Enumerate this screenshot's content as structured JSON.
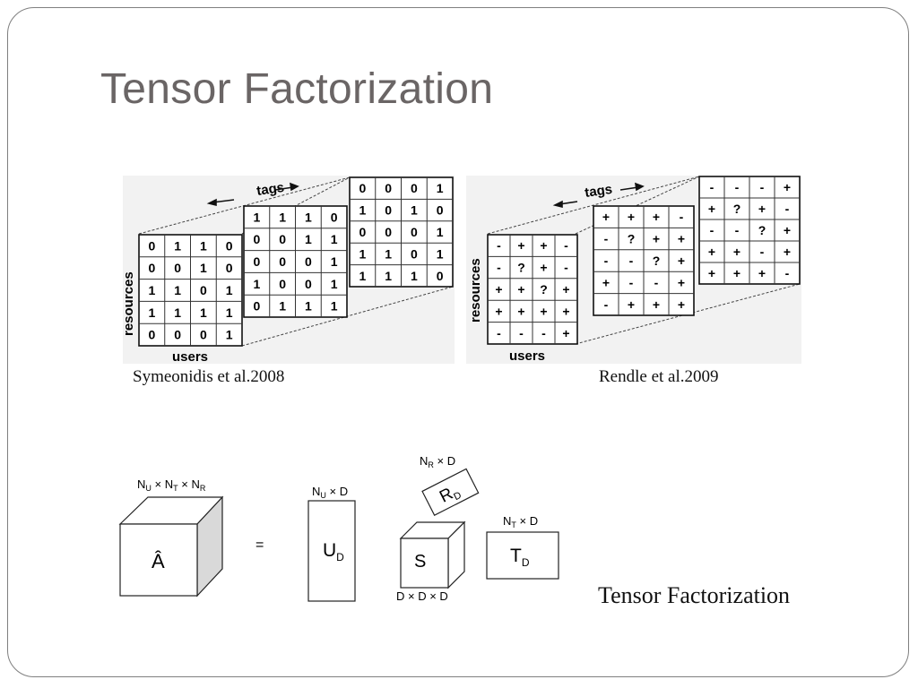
{
  "slide": {
    "title": "Tensor Factorization"
  },
  "figure_left": {
    "caption": "Symeonidis et al.2008",
    "axis_labels": {
      "tags": "tags",
      "resources": "resources",
      "users": "users"
    },
    "layers": [
      [
        [
          "0",
          "1",
          "1",
          "0"
        ],
        [
          "0",
          "0",
          "1",
          "0"
        ],
        [
          "1",
          "1",
          "0",
          "1"
        ],
        [
          "1",
          "1",
          "1",
          "1"
        ],
        [
          "0",
          "0",
          "0",
          "1"
        ]
      ],
      [
        [
          "1",
          "1",
          "1",
          "0"
        ],
        [
          "0",
          "0",
          "1",
          "1"
        ],
        [
          "0",
          "0",
          "0",
          "1"
        ],
        [
          "1",
          "0",
          "0",
          "1"
        ],
        [
          "0",
          "1",
          "1",
          "1"
        ]
      ],
      [
        [
          "0",
          "0",
          "0",
          "1"
        ],
        [
          "1",
          "0",
          "1",
          "0"
        ],
        [
          "0",
          "0",
          "0",
          "1"
        ],
        [
          "1",
          "1",
          "0",
          "1"
        ],
        [
          "1",
          "1",
          "1",
          "0"
        ]
      ]
    ]
  },
  "figure_right": {
    "caption": "Rendle et al.2009",
    "axis_labels": {
      "tags": "tags",
      "resources": "resources",
      "users": "users"
    },
    "layers": [
      [
        [
          "-",
          "+",
          "+",
          "-"
        ],
        [
          "-",
          "?",
          "+",
          "-"
        ],
        [
          "+",
          "+",
          "?",
          "+"
        ],
        [
          "+",
          "+",
          "+",
          "+"
        ],
        [
          "-",
          "-",
          "-",
          "+"
        ]
      ],
      [
        [
          "+",
          "+",
          "+",
          "-"
        ],
        [
          "-",
          "?",
          "+",
          "+"
        ],
        [
          "-",
          "-",
          "?",
          "+"
        ],
        [
          "+",
          "-",
          "-",
          "+"
        ],
        [
          "-",
          "+",
          "+",
          "+"
        ]
      ],
      [
        [
          "-",
          "-",
          "-",
          "+"
        ],
        [
          "+",
          "?",
          "+",
          "-"
        ],
        [
          "-",
          "-",
          "?",
          "+"
        ],
        [
          "+",
          "+",
          "-",
          "+"
        ],
        [
          "+",
          "+",
          "+",
          "-"
        ]
      ]
    ]
  },
  "factorization": {
    "a_hat": {
      "label": "Â",
      "dims": "N",
      "dims_sub_u": "U",
      "times": " × ",
      "dims_n": "N",
      "dims_sub_t": "T",
      "dims_sub_r": "R"
    },
    "equals": "=",
    "u": {
      "label": "U",
      "sub": "D",
      "dims": "N",
      "dims_sub": "U",
      "dims_rest": " × D"
    },
    "r": {
      "label": "R",
      "sub": "D",
      "dims": "N",
      "dims_sub": "R",
      "dims_rest": " × D"
    },
    "s": {
      "label": "S",
      "dims": "D × D × D"
    },
    "t": {
      "label": "T",
      "sub": "D",
      "dims": "N",
      "dims_sub": "T",
      "dims_rest": " × D"
    },
    "caption": "Tensor Factorization"
  }
}
